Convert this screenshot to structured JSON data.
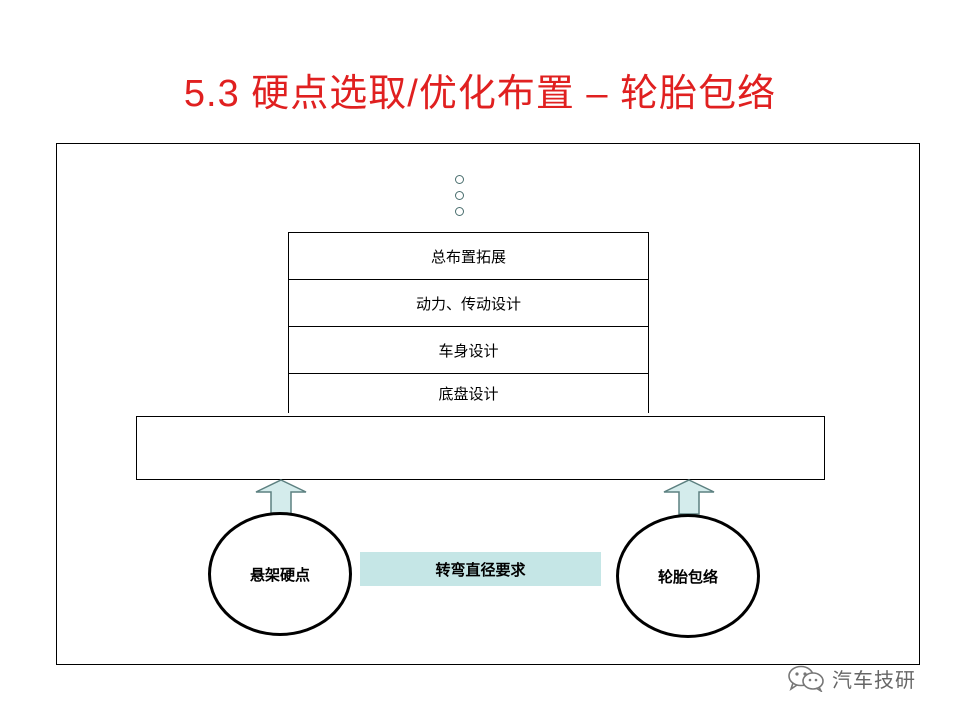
{
  "title": "5.3  硬点选取/优化布置 – 轮胎包络",
  "layers": [
    "总布置拓展",
    "动力、传动设计",
    "车身设计",
    "底盘设计"
  ],
  "left_circle": "悬架硬点",
  "right_circle": "轮胎包络",
  "requirement": "转弯直径要求",
  "watermark": "汽车技研",
  "icons": {
    "continuation": "vertical-ellipsis-icon",
    "arrow": "up-arrow-icon",
    "watermark": "wechat-icon"
  },
  "colors": {
    "title": "#e02020",
    "requirement_fill": "#c5e6e6",
    "arrow_fill": "#d4ecec",
    "arrow_stroke": "#5c8080"
  }
}
